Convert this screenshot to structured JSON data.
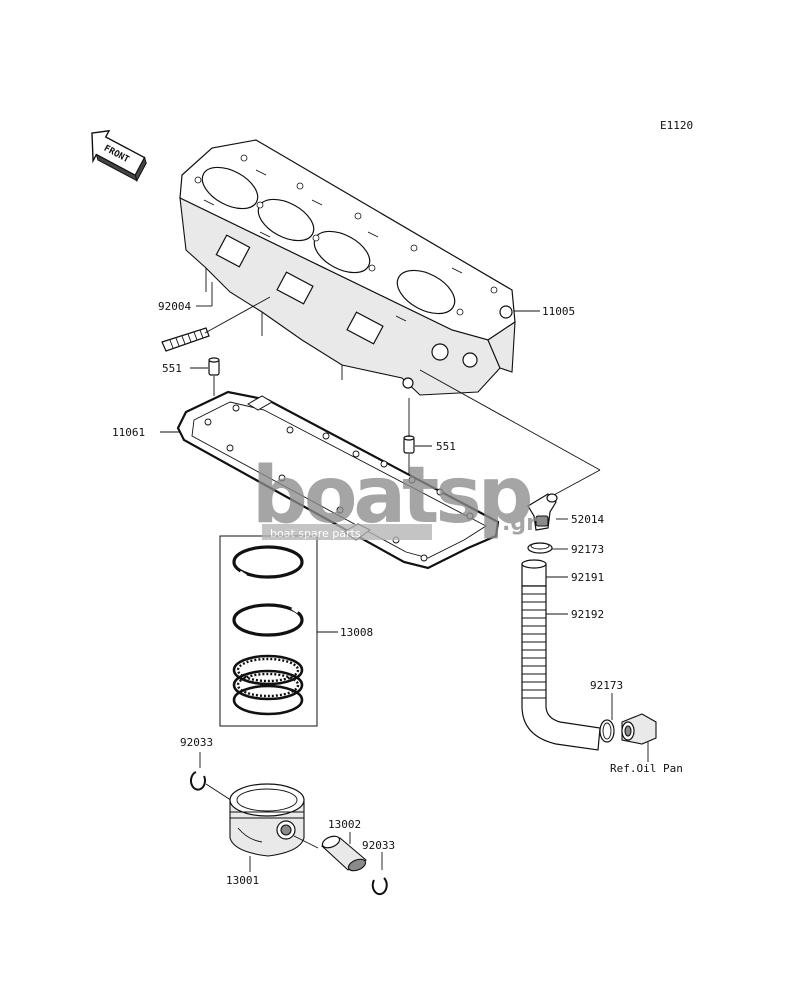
{
  "diagram_code": "E1120",
  "front_arrow_text": "FRONT",
  "labels": {
    "p11005": "11005",
    "p92004": "92004",
    "p551a": "551",
    "p551b": "551",
    "p11061": "11061",
    "p52014": "52014",
    "p92173a": "92173",
    "p92191": "92191",
    "p92192": "92192",
    "p13008": "13008",
    "p92173b": "92173",
    "ref_oil_pan": "Ref.Oil Pan",
    "p92033a": "92033",
    "p13002": "13002",
    "p92033b": "92033",
    "p13001": "13001"
  },
  "watermark": {
    "brand": "boatsp",
    "tld": ".gr",
    "tagline": "boat spare parts"
  }
}
